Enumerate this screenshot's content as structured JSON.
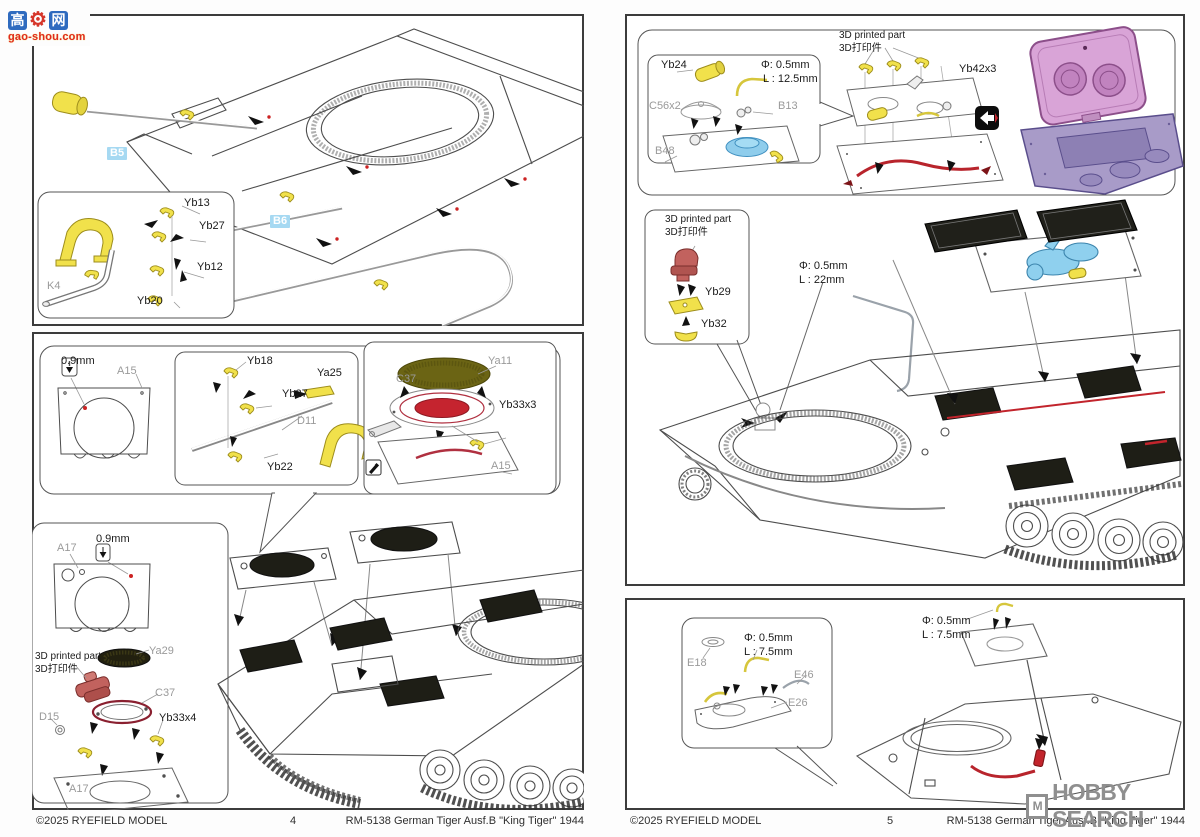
{
  "site_logo": {
    "char_left": "高",
    "char_right": "网",
    "subtitle": "gao-shou.com"
  },
  "watermark": {
    "text": "HOBBY SEARCH",
    "icon": "M"
  },
  "colors": {
    "highlight_label_bg": "#a6d9f2",
    "part_yellow": "#f1e14b",
    "fan_red": "#c5242f",
    "part_blue": "#8fcdec",
    "hull_purple": "#a89bc8",
    "hatch_pink": "#d9a4d7",
    "printed_part_red": "#c2625e",
    "mesh_dark": "#1e1e16",
    "mesh_olive": "#6b6414",
    "wire_red": "#b8242c",
    "wire_yellow": "#d6c63c",
    "logo_blue": "#2f6bbf",
    "logo_red": "#e02b1f"
  },
  "page4": {
    "b5": "B5",
    "b6": "B6",
    "k4_box": {
      "yb13": "Yb13",
      "yb27": "Yb27",
      "yb12": "Yb12",
      "yb20": "Yb20",
      "k4": "K4"
    },
    "panel": {
      "drill": "0.9mm",
      "a15": "A15",
      "yb18": "Yb18",
      "ya25": "Ya25",
      "yb27": "Yb27",
      "d11": "D11",
      "yb22": "Yb22"
    },
    "fan_box": {
      "ya11": "Ya11",
      "c37": "C37",
      "yb33x3": "Yb33x3",
      "a15": "A15"
    },
    "lower_box": {
      "a17": "A17",
      "drill": "0.9mm",
      "printed_en": "3D printed part",
      "printed_cn": "3D打印件",
      "ya29": "Ya29",
      "c37": "C37",
      "d15": "D15",
      "yb33x4": "Yb33x4",
      "a17b": "A17"
    },
    "footer": {
      "copyright": "©2025 RYEFIELD MODEL",
      "page": "4",
      "title": "RM-5138 German Tiger Ausf.B \"King Tiger\" 1944"
    }
  },
  "page5": {
    "box1": {
      "yb24": "Yb24",
      "dia": "Φ: 0.5mm",
      "len": "L : 12.5mm",
      "c56": "C56x2",
      "b13": "B13",
      "b48": "B48"
    },
    "hatch_group": {
      "printed_en": "3D printed part",
      "printed_cn": "3D打印件",
      "yb42": "Yb42x3"
    },
    "peri_box": {
      "printed_en": "3D printed part",
      "printed_cn": "3D打印件",
      "yb29": "Yb29",
      "yb32": "Yb32",
      "dia": "Φ: 0.5mm",
      "len": "L : 22mm"
    },
    "bottom": {
      "e18": "E18",
      "dia": "Φ: 0.5mm",
      "len": "L : 7.5mm",
      "e46": "E46",
      "e26": "E26",
      "dia2": "Φ: 0.5mm",
      "len2": "L : 7.5mm"
    },
    "footer": {
      "copyright": "©2025 RYEFIELD MODEL",
      "page": "5",
      "title": "RM-5138 German Tiger Ausf.B \"King Tiger\" 1944"
    }
  }
}
